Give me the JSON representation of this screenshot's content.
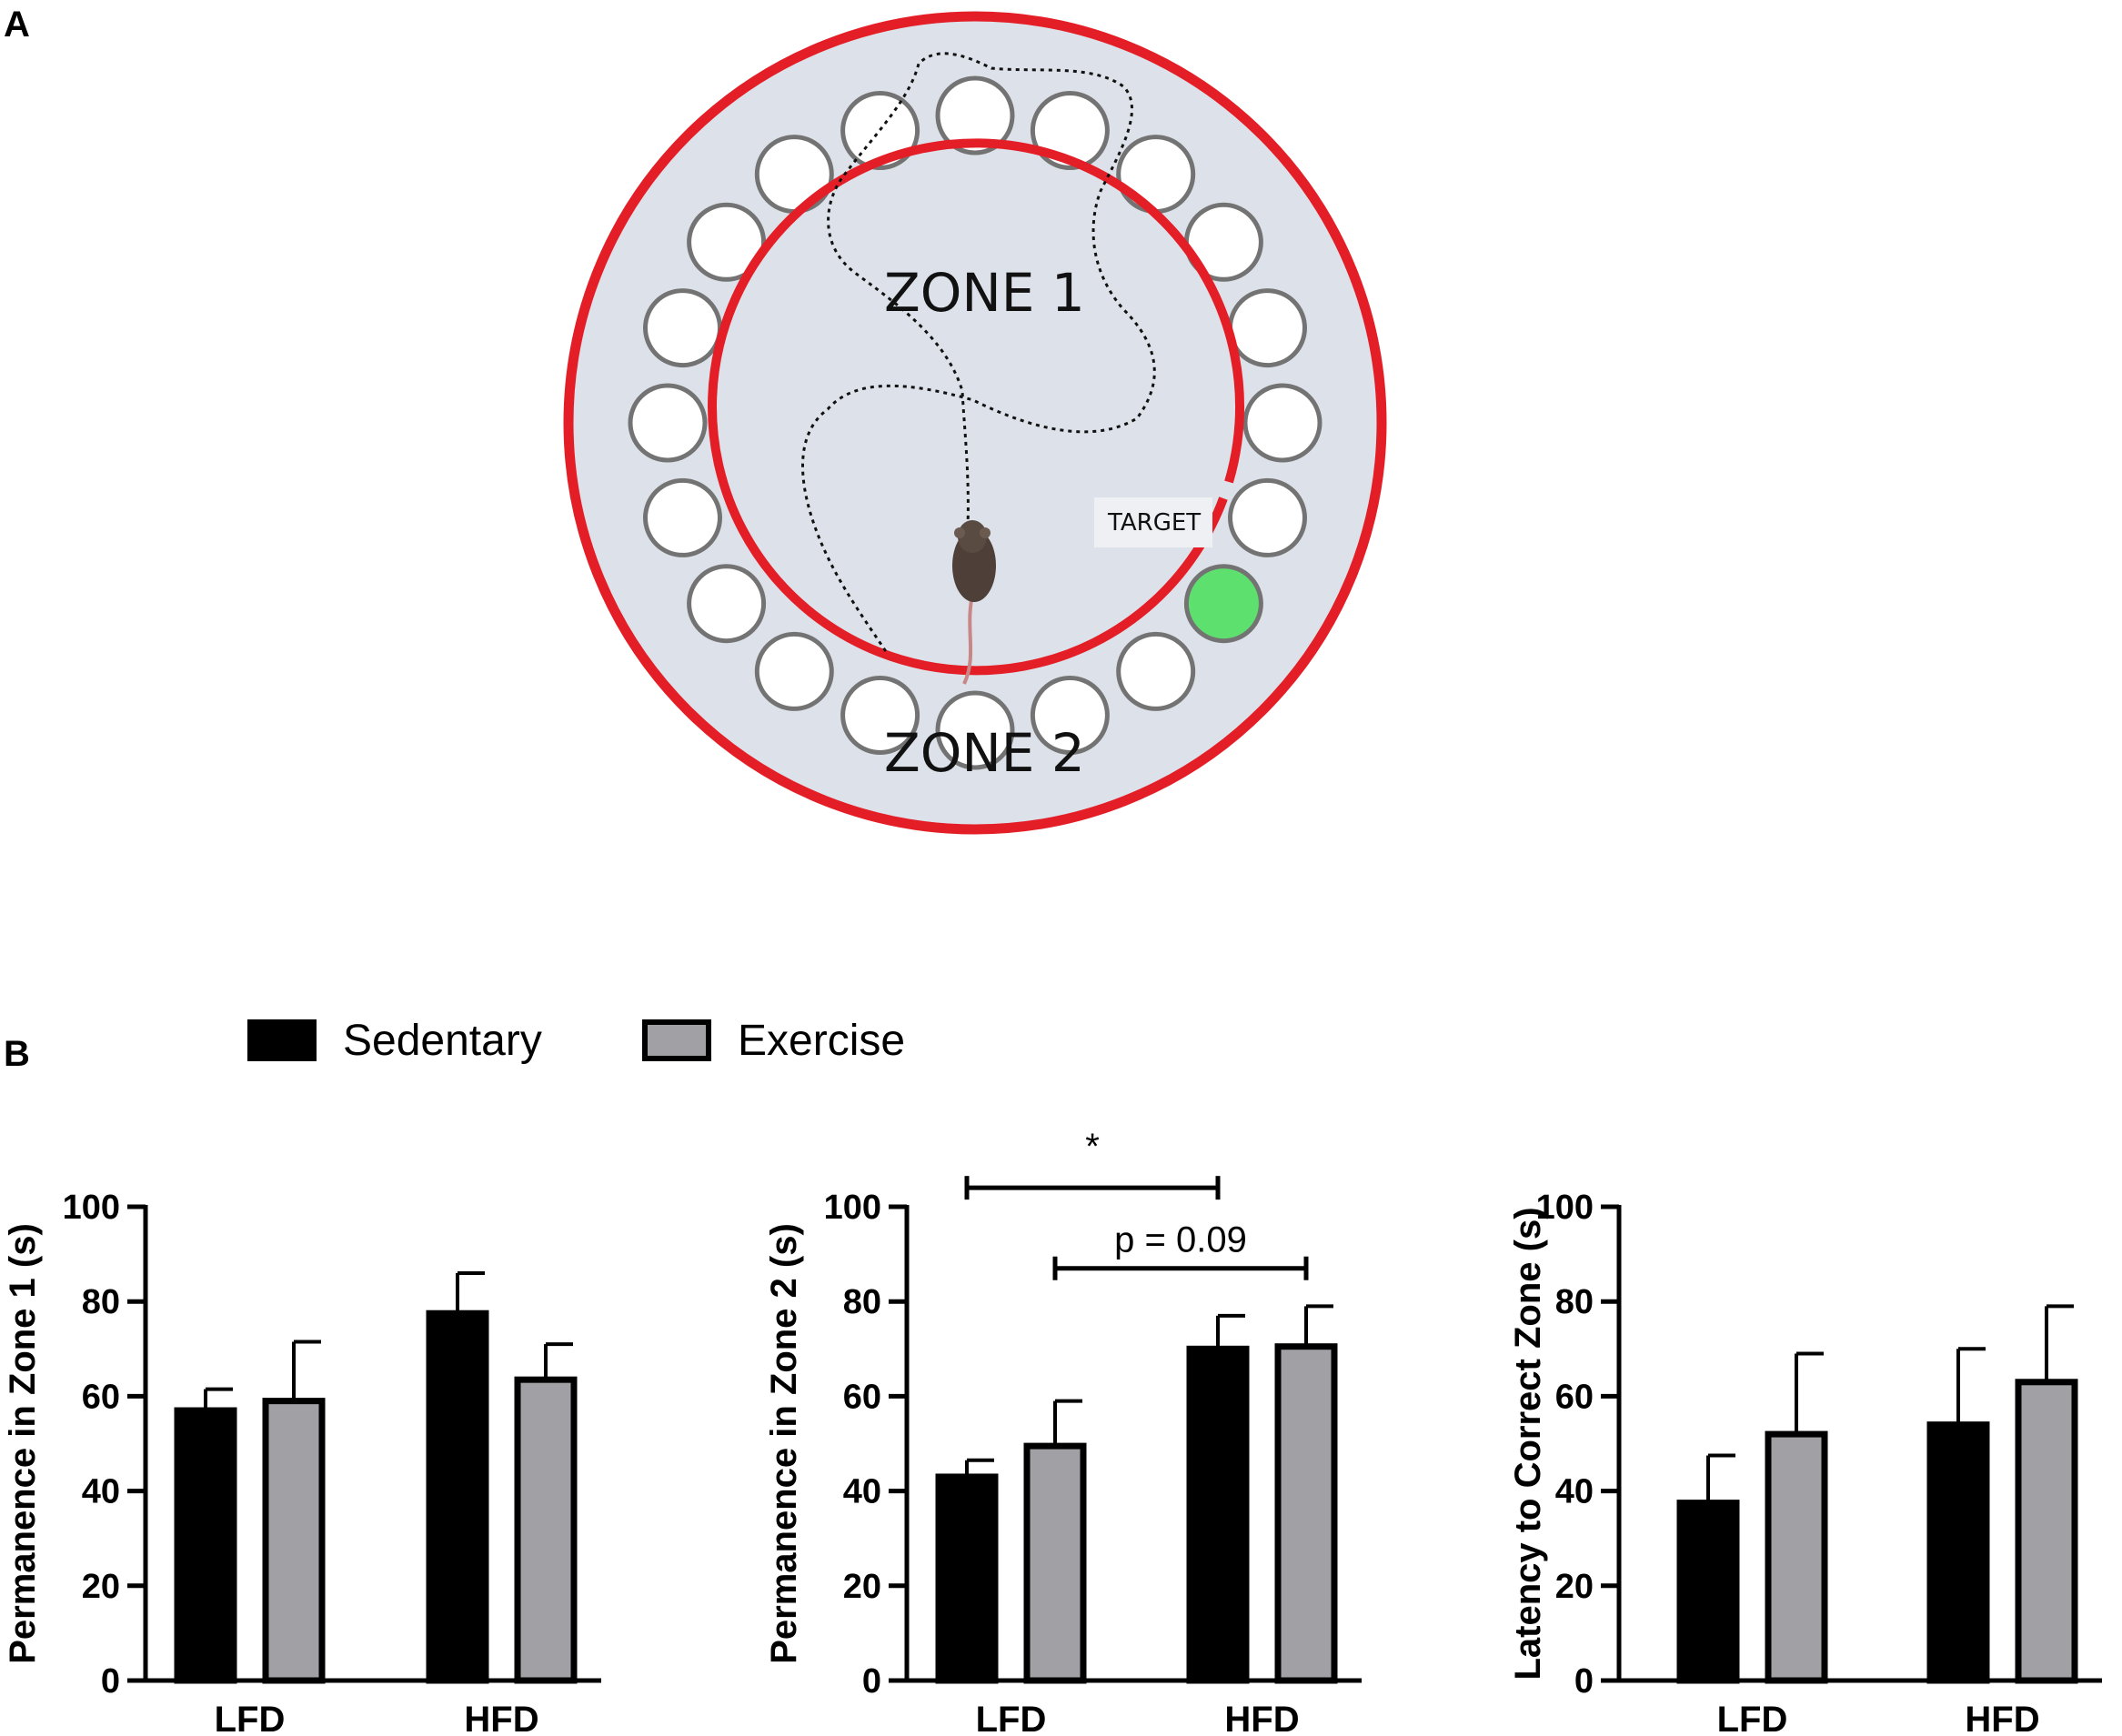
{
  "panels": {
    "a_label": "A",
    "b_label": "B"
  },
  "maze": {
    "zone1_label": "ZONE 1",
    "zone2_label": "ZONE 2",
    "target_label": "TARGET",
    "colors": {
      "ring": "#e41e26",
      "arena": "#dde2ea",
      "hole_fill": "#ffffff",
      "hole_stroke": "#737373",
      "target_hole": "#5de06e"
    }
  },
  "legend": {
    "items": [
      {
        "label": "Sedentary",
        "color": "#000000"
      },
      {
        "label": "Exercise",
        "color": "#a0a0a5"
      }
    ]
  },
  "chart_data": [
    {
      "type": "bar",
      "ylabel": "Permanence in Zone 1 (s)",
      "categories": [
        "LFD",
        "HFD"
      ],
      "ylim": [
        0,
        100
      ],
      "yticks": [
        0,
        20,
        40,
        60,
        80,
        100
      ],
      "series": [
        {
          "name": "Sedentary",
          "values": [
            57,
            77.5
          ],
          "errors": [
            4.5,
            8.5
          ]
        },
        {
          "name": "Exercise",
          "values": [
            59,
            63.5
          ],
          "errors": [
            12.5,
            7.5
          ]
        }
      ],
      "annotations": []
    },
    {
      "type": "bar",
      "ylabel": "Permanence in Zone 2 (s)",
      "categories": [
        "LFD",
        "HFD"
      ],
      "ylim": [
        0,
        100
      ],
      "yticks": [
        0,
        20,
        40,
        60,
        80,
        100
      ],
      "series": [
        {
          "name": "Sedentary",
          "values": [
            43,
            70
          ],
          "errors": [
            3.5,
            7
          ]
        },
        {
          "name": "Exercise",
          "values": [
            49.5,
            70.5
          ],
          "errors": [
            9.5,
            8.5
          ]
        }
      ],
      "annotations": [
        {
          "label": "*",
          "from_category": 0,
          "from_series": 0,
          "to_category": 1,
          "to_series": 0,
          "y": 104
        },
        {
          "label": "p = 0.09",
          "from_category": 0,
          "from_series": 1,
          "to_category": 1,
          "to_series": 1,
          "y": 87
        }
      ]
    },
    {
      "type": "bar",
      "ylabel": "Latency to Correct Zone (s)",
      "categories": [
        "LFD",
        "HFD"
      ],
      "ylim": [
        0,
        100
      ],
      "yticks": [
        0,
        20,
        40,
        60,
        80,
        100
      ],
      "series": [
        {
          "name": "Sedentary",
          "values": [
            37.5,
            54
          ],
          "errors": [
            10,
            16
          ]
        },
        {
          "name": "Exercise",
          "values": [
            52,
            63
          ],
          "errors": [
            17,
            16
          ]
        }
      ],
      "annotations": []
    }
  ]
}
